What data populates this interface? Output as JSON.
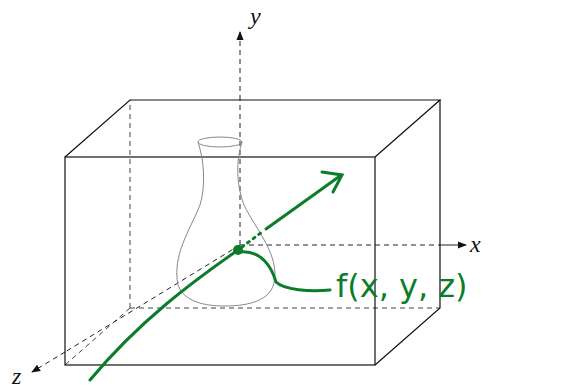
{
  "diagram": {
    "labels": [
      "y",
      "x",
      "z",
      "f(x, y, z)"
    ]
  }
}
